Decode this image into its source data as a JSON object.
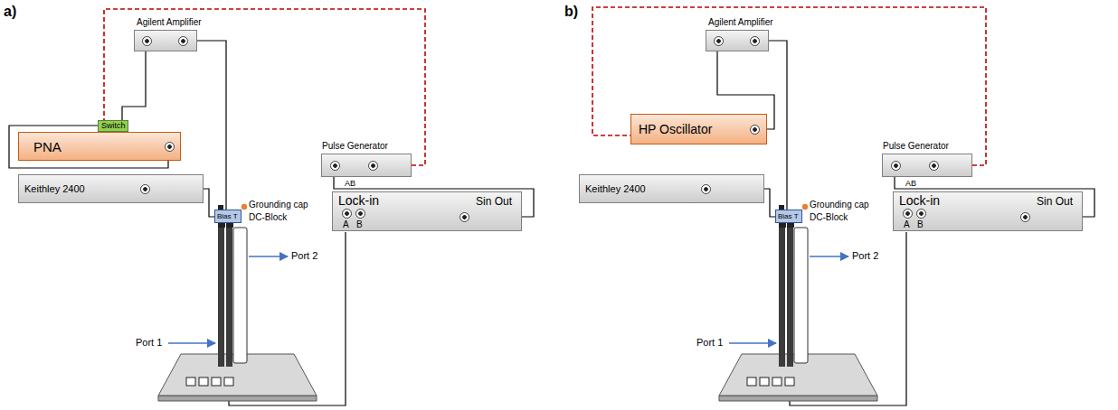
{
  "diagram": {
    "nodes": [
      {
        "text": [
          "Agilent Amplifier"
        ]
      },
      {
        "text": [
          "Switch"
        ]
      },
      {
        "text": [
          "PNA"
        ]
      },
      {
        "text": [
          "Pulse Generator"
        ]
      },
      {
        "text": [
          "Keithley 2400"
        ]
      },
      {
        "text": [
          "Bias T"
        ]
      },
      {
        "text": [
          "Lock-in",
          "Sin Out",
          "A",
          "B"
        ]
      },
      {
        "text": [
          "Agilent Amplifier"
        ]
      },
      {
        "text": [
          "HP Oscillator"
        ]
      },
      {
        "text": [
          "Pulse Generator"
        ]
      },
      {
        "text": [
          "Keithley 2400"
        ]
      },
      {
        "text": [
          "Bias T"
        ]
      },
      {
        "text": [
          "Lock-in",
          "Sin Out",
          "A",
          "B"
        ]
      }
    ],
    "edges": [
      {
        "from": 2,
        "to": 1,
        "arrow": "none"
      },
      {
        "from": 1,
        "to": 0,
        "arrow": "none"
      },
      {
        "from": 0,
        "to": 5,
        "arrow": "none"
      },
      {
        "from": 4,
        "to": 5,
        "arrow": "none"
      },
      {
        "from": 3,
        "to": 1,
        "arrow": "none"
      },
      {
        "from": 3,
        "to": 6,
        "arrow": "none"
      },
      {
        "from": 8,
        "to": 7,
        "arrow": "none"
      },
      {
        "from": 7,
        "to": 11,
        "arrow": "none"
      },
      {
        "from": 10,
        "to": 11,
        "arrow": "none"
      },
      {
        "from": 9,
        "to": 8,
        "arrow": "none"
      },
      {
        "from": 9,
        "to": 12,
        "arrow": "none"
      }
    ],
    "labels": [
      "a)",
      "Grounding cap",
      "DC-Block",
      "AB",
      "Port 2",
      "Port 1",
      "b)",
      "Grounding cap",
      "DC-Block",
      "AB",
      "Port 2",
      "Port 1"
    ]
  }
}
